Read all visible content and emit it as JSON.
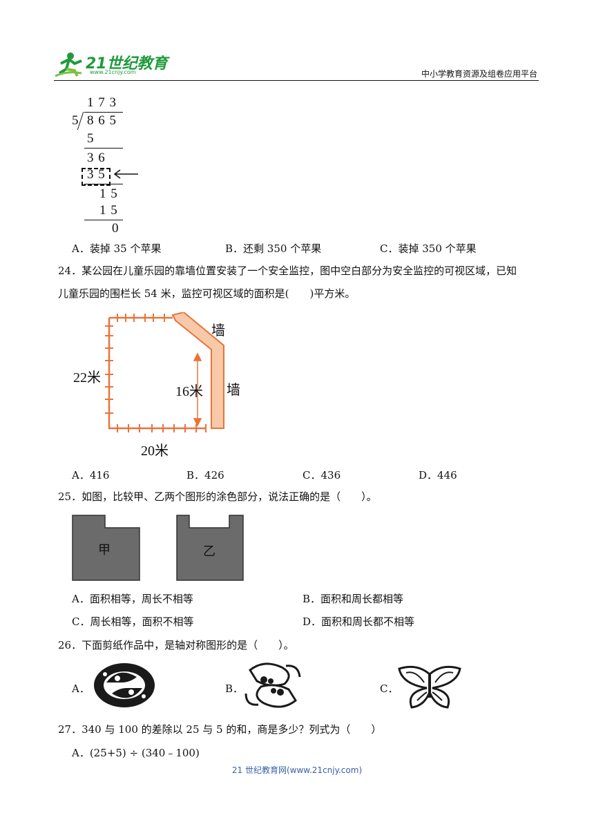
{
  "header": {
    "logo_text": "21世纪教育",
    "logo_sub": "www.21cnjy.com",
    "right": "中小学教育资源及组卷应用平台"
  },
  "division": {
    "quotient": "1 7 3",
    "divisor": "5",
    "dividend": "8 6 5",
    "step1": "5",
    "step2": "3 6",
    "step3": "3 5",
    "step4": "1 5",
    "step5": "1 5",
    "remainder": "0"
  },
  "q23_options": [
    "A．装掉 35 个苹果",
    "B．还剩 350 个苹果",
    "C．装掉 350 个苹果"
  ],
  "q24": {
    "text_line1": "24．某公园在儿童乐园的靠墙位置安装了一个安全监控，图中空白部分为安全监控的可视区域，已知",
    "text_line2": "儿童乐园的围栏长 54 米，监控可视区域的面积是(　　)平方米。",
    "fig": {
      "wall1": "墙",
      "wall2": "墙",
      "left": "22米",
      "inner": "16米",
      "bottom": "20米"
    },
    "options": [
      "A．416",
      "B．426",
      "C．436",
      "D．446"
    ]
  },
  "q25": {
    "text": "25．如图，比较甲、乙两个图形的涂色部分，说法正确的是（　　）。",
    "fig": {
      "jia": "甲",
      "yi": "乙"
    },
    "options": [
      "A．面积相等，周长不相等",
      "B．面积和周长都相等",
      "C．周长相等，面积不相等",
      "D．面积和周长都不相等"
    ]
  },
  "q26": {
    "text": "26．下面剪纸作品中，是轴对称图形的是（　　）。",
    "options": [
      "A．",
      "B．",
      "C．"
    ]
  },
  "q27": {
    "text": "27．340 与 100 的差除以 25 与 5 的和，商是多少？列式为（　　）",
    "option_a": "A．(25+5) ÷ (340﹣100)"
  },
  "footer": "21 世纪教育网(www.21cnjy.com)",
  "colors": {
    "accent_green": "#1f9a3c",
    "fence": "#e8733a",
    "wall_fill": "#f8c9a8",
    "shade": "#6b6b6b",
    "footer": "#3a5ea8"
  }
}
